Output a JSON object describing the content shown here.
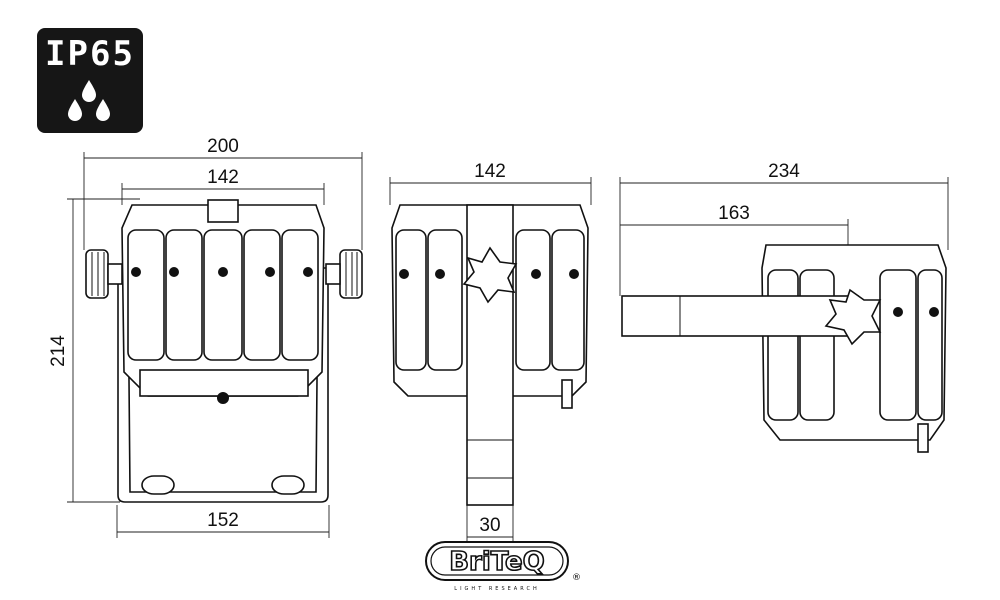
{
  "badge": {
    "text": "IP65",
    "icon": "water-drops-icon",
    "background": "#161616"
  },
  "dimensions": {
    "front_overall_width": "200",
    "front_housing_width": "142",
    "front_height": "214",
    "front_base_width": "152",
    "side_width": "142",
    "side_bracket_width": "30",
    "top_overall_length": "234",
    "top_partial_length": "163"
  },
  "logo": {
    "word": "BriTeQ",
    "subtitle": "LIGHT RESEARCH",
    "mark": "®"
  }
}
